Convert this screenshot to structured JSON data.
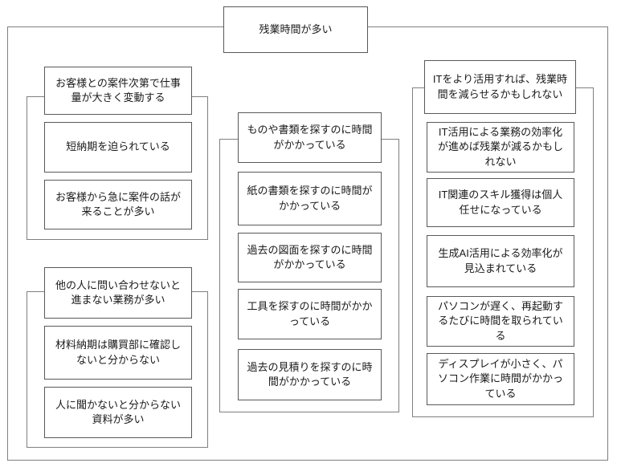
{
  "diagram": {
    "root": {
      "label": "残業時間が多い"
    },
    "groups": [
      {
        "header": "お客様との案件次第で仕事量が大きく変動する",
        "items": [
          "短納期を迫られている",
          "お客様から急に案件の話が来ることが多い"
        ]
      },
      {
        "header": "他の人に問い合わせないと進まない業務が多い",
        "items": [
          "材料納期は購買部に確認しないと分からない",
          "人に聞かないと分からない資料が多い"
        ]
      },
      {
        "header": "ものや書類を探すのに時間がかかっている",
        "items": [
          "紙の書類を探すのに時間がかかっている",
          "過去の図面を探すのに時間がかかっている",
          "工具を探すのに時間がかかっている",
          "過去の見積りを探すのに時間がかかっている"
        ]
      },
      {
        "header": "ITをより活用すれば、残業時間を減らせるかもしれない",
        "items": [
          "IT活用による業務の効率化が進めば残業が減るかもしれない",
          "IT関連のスキル獲得は個人任せになっている",
          "生成AI活用による効率化が見込まれている",
          "パソコンが遅く、再起動するたびに時間を取られている",
          "ディスプレイが小さく、パソコン作業に時間がかかっている"
        ]
      }
    ],
    "colors": {
      "background": "#ffffff",
      "card_border": "#595959",
      "frame_border": "#7f7f7f",
      "text": "#1a1a1a"
    }
  }
}
